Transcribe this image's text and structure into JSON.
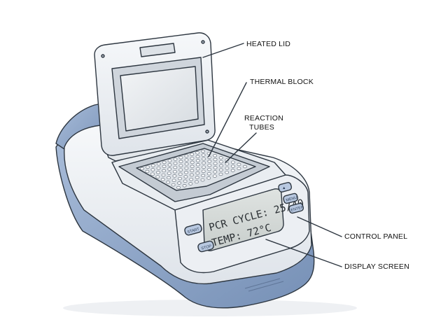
{
  "labels": {
    "heated_lid": "HEATED LID",
    "thermal_block": "THERMAL BLOCK",
    "reaction_tubes_line1": "REACTION",
    "reaction_tubes_line2": "TUBES",
    "control_panel": "CONTROL PANEL",
    "display_screen": "DISPLAY SCREEN"
  },
  "display": {
    "line1": "PCR CYCLE: 25/40",
    "line2": "TEMP: 72°C"
  },
  "buttons": {
    "up": "▲",
    "menu": "MENU",
    "enter": "ENTER",
    "start": "START",
    "stop": "STOP"
  },
  "colors": {
    "body_blue": "#8fa6c8",
    "body_blue_dark": "#6f88ad",
    "body_white": "#eef1f4",
    "lcd_bg": "#d3d8d6",
    "ink": "#2d3640"
  }
}
